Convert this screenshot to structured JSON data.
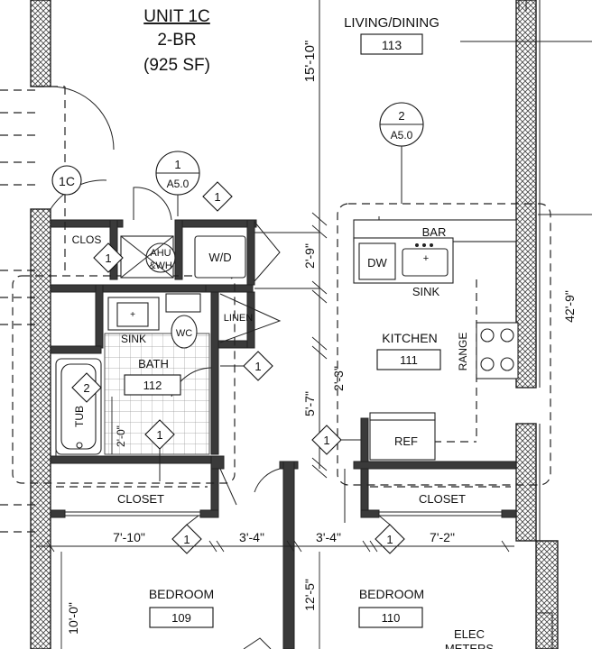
{
  "unit": {
    "name": "UNIT 1C",
    "type": "2-BR",
    "area": "(925 SF)"
  },
  "rooms": {
    "living": {
      "name": "LIVING/DINING",
      "number": "113"
    },
    "kitchen": {
      "name": "KITCHEN",
      "number": "111"
    },
    "bath": {
      "name": "BATH",
      "number": "112"
    },
    "bedroom_left": {
      "name": "BEDROOM",
      "number": "109"
    },
    "bedroom_right": {
      "name": "BEDROOM",
      "number": "110"
    }
  },
  "labels": {
    "clos": "CLOS",
    "ahu_line1": "AHU",
    "ahu_line2": "&WH",
    "wd": "W/D",
    "linen": "LINEN",
    "sink_bath": "SINK",
    "wc": "WC",
    "tub": "TUB",
    "bar": "BAR",
    "dw": "DW",
    "sink_kitchen": "SINK",
    "range": "RANGE",
    "ref": "REF",
    "closet_left": "CLOSET",
    "closet_right": "CLOSET",
    "elec_line1": "ELEC",
    "elec_line2": "METERS",
    "unit_tag": "1C"
  },
  "section_refs": [
    {
      "num": "1",
      "sheet": "A5.0"
    },
    {
      "num": "2",
      "sheet": "A5.0"
    }
  ],
  "diamond_tags": [
    "1",
    "1",
    "2",
    "1",
    "1",
    "1",
    "1",
    "1"
  ],
  "dimensions": {
    "living_depth": "15'-10\"",
    "overall_right": "42'-9\"",
    "kitchen_top": "2'-9\"",
    "kitchen_mid": "2'-3\"",
    "hall_width": "5'-7\"",
    "bath_tub": "2'-0\"",
    "closet_left_width": "7'-10\"",
    "hall_left": "3'-4\"",
    "hall_right": "3'-4\"",
    "closet_right_width": "7'-2\"",
    "bedroom_depth_left": "10'-0\"",
    "bedroom_depth_right": "12'-5\""
  }
}
